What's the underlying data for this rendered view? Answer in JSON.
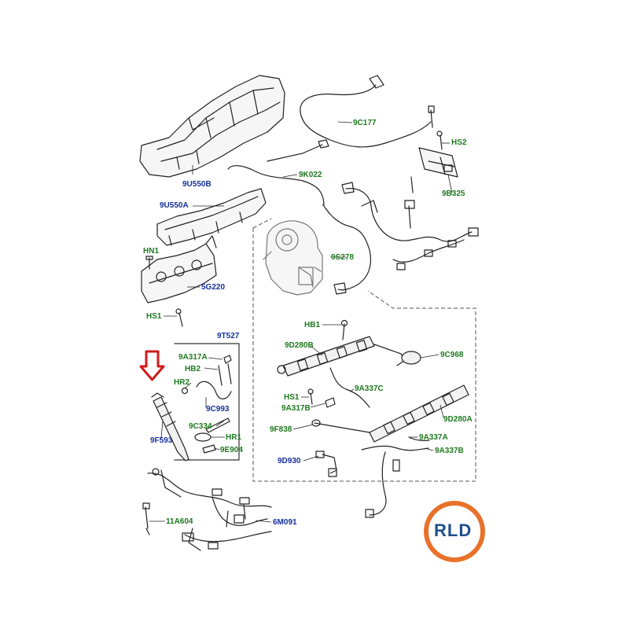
{
  "colors": {
    "label_green": "#1f7a1f",
    "label_blue": "#16309a",
    "line": "#222222",
    "dash": "#555555",
    "arrow": "#d11a1a",
    "logo_orange": "#e8722a",
    "logo_blue": "#1f4e8c"
  },
  "logo": {
    "text": "RLD"
  },
  "labels": {
    "9U550B": "9U550B",
    "9U550A": "9U550A",
    "HN1": "HN1",
    "5G220": "5G220",
    "HS1_top": "HS1",
    "9T527": "9T527",
    "9A317A": "9A317A",
    "HB2": "HB2",
    "HR2": "HR2",
    "9C993": "9C993",
    "9C334": "9C334",
    "HR1": "HR1",
    "9E904": "9E904",
    "9F593": "9F593",
    "11A604": "11A604",
    "6M091": "6M091",
    "9C177": "9C177",
    "HS2": "HS2",
    "9K022": "9K022",
    "9B325": "9B325",
    "9S278": "9S278",
    "HB1": "HB1",
    "9D280B": "9D280B",
    "9C968": "9C968",
    "9A337C": "9A337C",
    "HS1_mid": "HS1",
    "9A317B": "9A317B",
    "9D280A": "9D280A",
    "9F838": "9F838",
    "9A337A": "9A337A",
    "9A337B": "9A337B",
    "9D930": "9D930"
  }
}
